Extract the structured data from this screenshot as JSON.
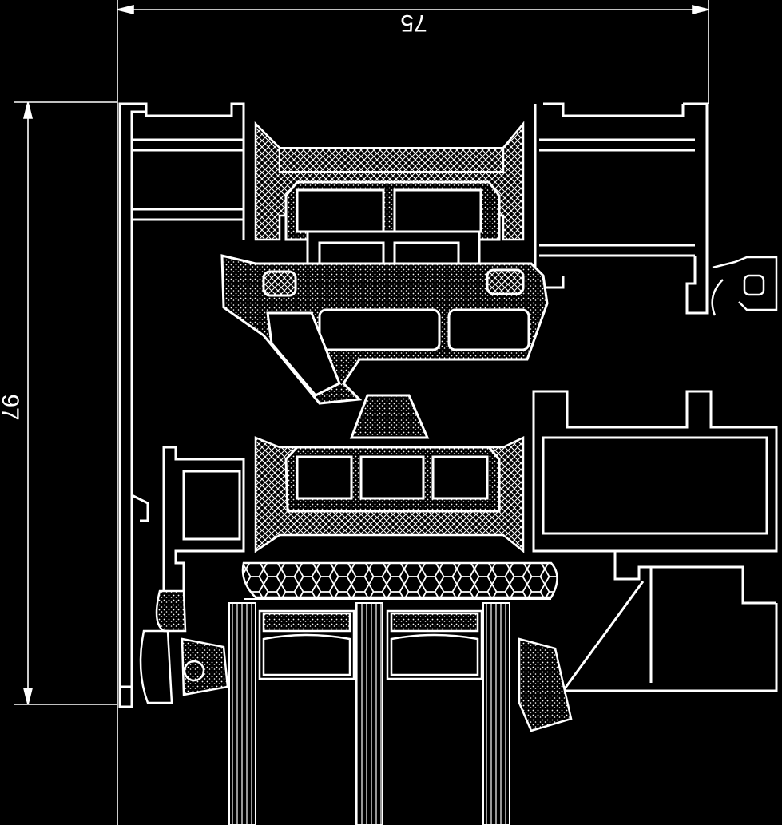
{
  "dimensions": {
    "width_label": "75",
    "height_label": "97"
  },
  "colors": {
    "background": "#000000",
    "line": "#ffffff"
  },
  "hatch_patterns": [
    "cross-hatch",
    "stipple",
    "honeycomb",
    "vertical-lines"
  ]
}
